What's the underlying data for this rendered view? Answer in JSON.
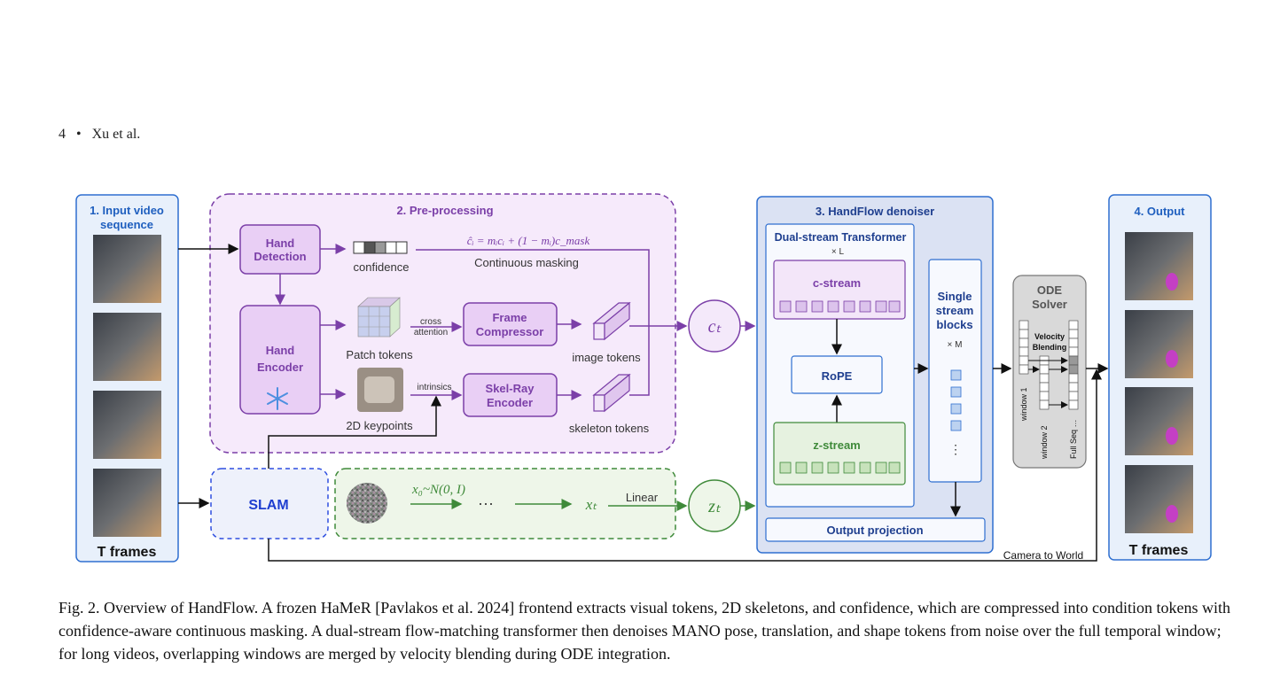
{
  "header": {
    "page_number": "4",
    "bullet": "•",
    "authors": "Xu et al."
  },
  "figure": {
    "input": {
      "title_line1": "1. Input video",
      "title_line2": "sequence",
      "footer": "T frames"
    },
    "preprocessing": {
      "title": "2. Pre-processing",
      "hand_detection_1": "Hand",
      "hand_detection_2": "Detection",
      "hand_encoder_1": "Hand",
      "hand_encoder_2": "Encoder",
      "confidence": "confidence",
      "masking_formula": "ĉᵢ = mᵢcᵢ + (1 − mᵢ)c_mask",
      "continuous_masking": "Continuous masking",
      "patch_tokens": "Patch tokens",
      "cross_attention_1": "cross",
      "cross_attention_2": "attention",
      "frame_compressor_1": "Frame",
      "frame_compressor_2": "Compressor",
      "image_tokens": "image tokens",
      "keypoints_2d": "2D keypoints",
      "intrinsics": "intrinsics",
      "skelray_1": "Skel-Ray",
      "skelray_2": "Encoder",
      "skeleton_tokens": "skeleton tokens",
      "frozen_icon": "snowflake-icon"
    },
    "slam": "SLAM",
    "noise": {
      "x0": "x₀~N(0, I)",
      "dots": "···",
      "xt": "xₜ",
      "linear": "Linear"
    },
    "ct": "cₜ",
    "zt": "zₜ",
    "denoiser": {
      "title": "3. HandFlow denoiser",
      "dual_stream": "Dual-stream Transformer",
      "xL": "× L",
      "c_stream": "c-stream",
      "rope": "RoPE",
      "z_stream": "z-stream",
      "single_1": "Single",
      "single_2": "stream",
      "single_3": "blocks",
      "xM": "× M",
      "vdots": "⋮",
      "output_projection": "Output projection"
    },
    "ode": {
      "title_1": "ODE",
      "title_2": "Solver",
      "velocity_1": "Velocity",
      "velocity_2": "Blending",
      "window1": "window 1",
      "window2": "window 2",
      "fullseq": "Full Seq …"
    },
    "camera_to_world": "Camera to World",
    "output": {
      "title": "4. Output",
      "footer": "T frames"
    },
    "colors": {
      "purple": "#7b3fa8",
      "blue": "#1f5fbf",
      "green": "#3f8a3a",
      "denoiser_bg": "#dbe2f3"
    }
  },
  "caption": "Fig. 2.  Overview of HandFlow. A frozen HaMeR [Pavlakos et al. 2024] frontend extracts visual tokens, 2D skeletons, and confidence, which are compressed into condition tokens with confidence-aware continuous masking. A dual-stream flow-matching transformer then denoises MANO pose, translation, and shape tokens from noise over the full temporal window; for long videos, overlapping windows are merged by velocity blending during ODE integration."
}
